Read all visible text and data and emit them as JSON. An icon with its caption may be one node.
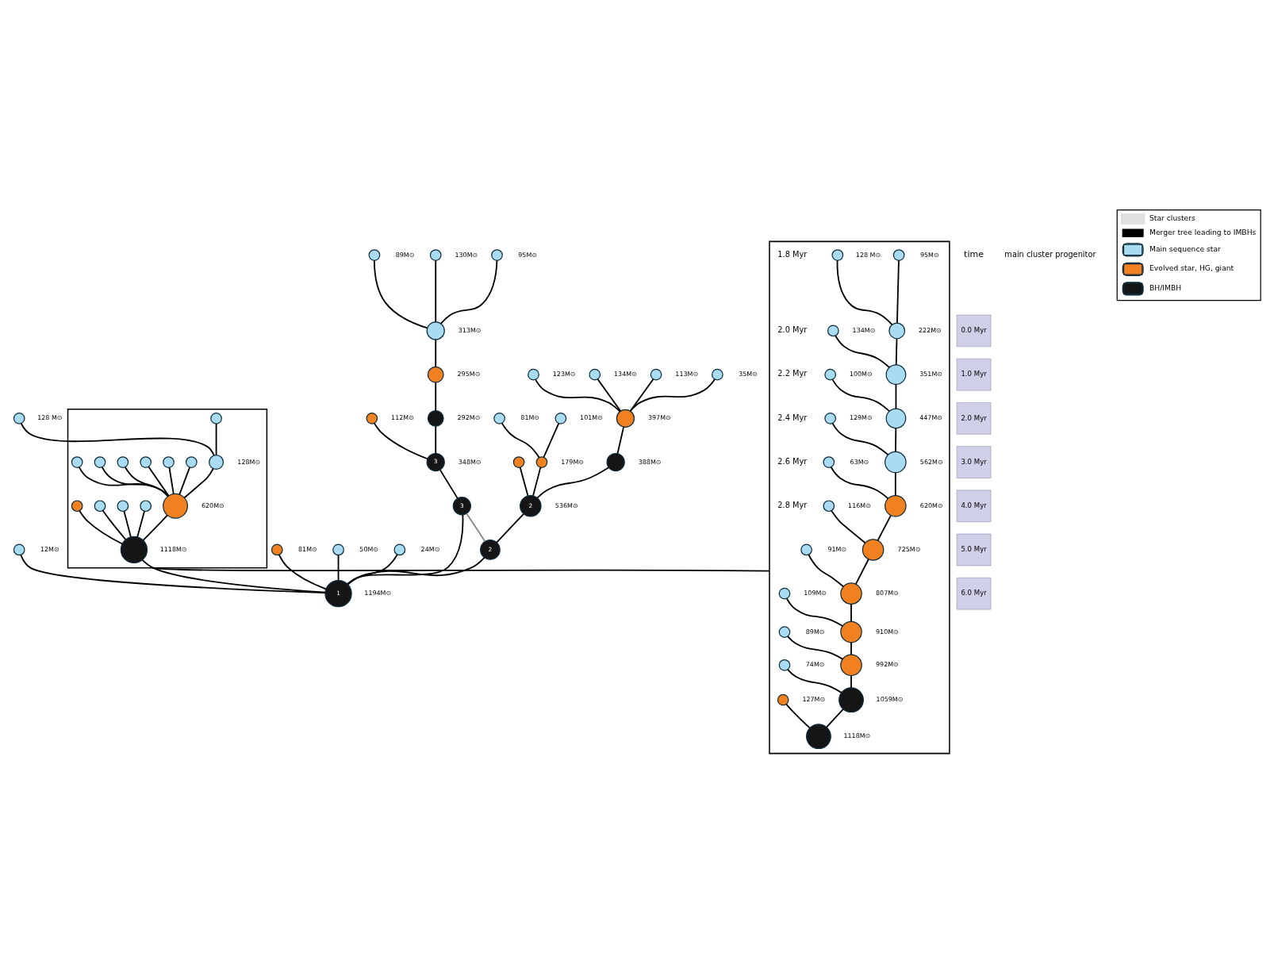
{
  "diagram": {
    "nodes": [
      {
        "text": [],
        "shape": "circle",
        "beside": [
          "134M⊙"
        ]
      },
      {
        "text": [],
        "shape": "circle",
        "beside": [
          "113M⊙"
        ]
      },
      {
        "text": [],
        "shape": "circle",
        "beside": [
          "35M⊙"
        ]
      },
      {
        "text": [],
        "shape": "circle",
        "beside": [
          "123M⊙"
        ]
      },
      {
        "text": [],
        "shape": "circle",
        "beside": [
          "397M⊙"
        ]
      },
      {
        "text": [],
        "shape": "circle",
        "beside": [
          "388M⊙"
        ]
      },
      {
        "text": [],
        "shape": "circle",
        "beside": [
          "101M⊙"
        ]
      },
      {
        "text": [],
        "shape": "circle",
        "beside": [
          "81M⊙"
        ]
      },
      {
        "text": [],
        "shape": "circle"
      },
      {
        "text": [],
        "shape": "circle",
        "beside": [
          "179M⊙"
        ]
      },
      {
        "text": [
          "2"
        ],
        "beside": [
          "536M⊙"
        ]
      },
      {
        "text": [],
        "shape": "circle",
        "beside": [
          "130M⊙"
        ]
      },
      {
        "text": [],
        "shape": "circle",
        "beside": [
          "95M⊙"
        ]
      },
      {
        "text": [],
        "shape": "circle",
        "beside": [
          "89M⊙"
        ]
      },
      {
        "text": [],
        "shape": "circle",
        "beside": [
          "313M⊙"
        ]
      },
      {
        "text": [],
        "shape": "circle",
        "beside": [
          "295M⊙"
        ]
      },
      {
        "text": [],
        "shape": "circle",
        "beside": [
          "292M⊙"
        ]
      },
      {
        "text": [],
        "shape": "circle",
        "beside": [
          "112M⊙"
        ]
      },
      {
        "text": [
          "3"
        ],
        "beside": [
          "348M⊙"
        ]
      },
      {
        "text": [
          "3"
        ]
      },
      {
        "text": [
          "2"
        ]
      },
      {
        "text": [],
        "shape": "circle",
        "beside": [
          "12M⊙"
        ]
      },
      {
        "text": [],
        "shape": "circle",
        "beside": [
          "128 M⊙"
        ]
      },
      {
        "text": [],
        "shape": "box"
      },
      {
        "text": [],
        "shape": "circle",
        "beside": [
          "128M⊙"
        ],
        "in": 23
      },
      {
        "text": [],
        "shape": "circle",
        "in": 23
      },
      {
        "text": [],
        "shape": "circle",
        "in": 23
      },
      {
        "text": [],
        "shape": "circle",
        "in": 23
      },
      {
        "text": [],
        "shape": "circle",
        "in": 23
      },
      {
        "text": [],
        "shape": "circle",
        "in": 23
      },
      {
        "text": [],
        "shape": "circle",
        "in": 23
      },
      {
        "text": [],
        "shape": "circle",
        "in": 23
      },
      {
        "text": [],
        "shape": "circle",
        "beside": [
          "620M⊙"
        ],
        "in": 23
      },
      {
        "text": [],
        "shape": "circle",
        "in": 23
      },
      {
        "text": [],
        "shape": "circle",
        "in": 23
      },
      {
        "text": [],
        "shape": "circle",
        "in": 23
      },
      {
        "text": [],
        "shape": "circle",
        "in": 23
      },
      {
        "text": [],
        "shape": "circle",
        "beside": [
          "1118M⊙"
        ],
        "in": 23
      },
      {
        "text": [],
        "shape": "circle",
        "beside": [
          "81M⊙"
        ]
      },
      {
        "text": [],
        "shape": "circle",
        "beside": [
          "50M⊙"
        ]
      },
      {
        "text": [],
        "shape": "circle",
        "beside": [
          "24M⊙"
        ]
      },
      {
        "text": [
          "1"
        ],
        "beside": [
          "1194M⊙"
        ]
      },
      {
        "text": [],
        "shape": "box"
      },
      {
        "text": [],
        "shape": "circle",
        "beside": [
          "95M⊙"
        ],
        "in": 42
      },
      {
        "text": [],
        "shape": "circle",
        "beside": [
          "128 M⊙"
        ],
        "in": 42
      },
      {
        "text": [],
        "shape": "circle",
        "beside": [
          "134M⊙"
        ],
        "in": 42
      },
      {
        "text": [],
        "shape": "circle",
        "beside": [
          "222M⊙"
        ],
        "in": 42
      },
      {
        "text": [],
        "shape": "circle",
        "beside": [
          "100M⊙"
        ],
        "in": 42
      },
      {
        "text": [],
        "shape": "circle",
        "beside": [
          "351M⊙"
        ],
        "in": 42
      },
      {
        "text": [],
        "shape": "circle",
        "beside": [
          "129M⊙"
        ],
        "in": 42
      },
      {
        "text": [],
        "shape": "circle",
        "beside": [
          "447M⊙"
        ],
        "in": 42
      },
      {
        "text": [],
        "shape": "circle",
        "beside": [
          "63M⊙"
        ],
        "in": 42
      },
      {
        "text": [],
        "shape": "circle",
        "beside": [
          "116M⊙"
        ],
        "in": 42
      },
      {
        "text": [],
        "shape": "circle",
        "beside": [
          "91M⊙"
        ],
        "in": 42
      },
      {
        "text": [],
        "shape": "circle",
        "beside": [
          "562M⊙"
        ],
        "in": 42
      },
      {
        "text": [],
        "shape": "circle",
        "beside": [
          "620M⊙"
        ],
        "in": 42
      },
      {
        "text": [],
        "shape": "circle",
        "beside": [
          "725M⊙"
        ],
        "in": 42
      },
      {
        "text": [],
        "shape": "circle",
        "beside": [
          "109M⊙"
        ],
        "in": 42
      },
      {
        "text": [],
        "shape": "circle",
        "beside": [
          "807M⊙"
        ],
        "in": 42
      },
      {
        "text": [],
        "shape": "circle",
        "beside": [
          "89M⊙"
        ],
        "in": 42
      },
      {
        "text": [],
        "shape": "circle",
        "beside": [
          "910M⊙"
        ],
        "in": 42
      },
      {
        "text": [],
        "shape": "circle",
        "beside": [
          "74M⊙"
        ],
        "in": 42
      },
      {
        "text": [],
        "shape": "circle",
        "beside": [
          "992M⊙"
        ],
        "in": 42
      },
      {
        "text": [],
        "shape": "circle",
        "beside": [
          "1059M⊙"
        ],
        "in": 42
      },
      {
        "text": [],
        "shape": "circle",
        "beside": [
          "127M⊙"
        ],
        "in": 42
      },
      {
        "text": [],
        "shape": "circle",
        "beside": [
          "1118M⊙"
        ],
        "in": 42
      }
    ],
    "edges": [
      {
        "from": 0,
        "to": 4,
        "arrow": "none"
      },
      {
        "from": 1,
        "to": 4,
        "arrow": "none"
      },
      {
        "from": 2,
        "to": 4,
        "arrow": "none"
      },
      {
        "from": 3,
        "to": 4,
        "arrow": "none"
      },
      {
        "from": 4,
        "to": 5,
        "arrow": "none"
      },
      {
        "from": 6,
        "to": 9,
        "arrow": "none"
      },
      {
        "from": 7,
        "to": 9,
        "arrow": "none"
      },
      {
        "from": 9,
        "to": 10,
        "arrow": "none"
      },
      {
        "from": 8,
        "to": 10,
        "arrow": "none"
      },
      {
        "from": 5,
        "to": 10,
        "arrow": "none"
      },
      {
        "from": 11,
        "to": 14,
        "arrow": "none"
      },
      {
        "from": 12,
        "to": 14,
        "arrow": "none"
      },
      {
        "from": 13,
        "to": 14,
        "arrow": "none"
      },
      {
        "from": 14,
        "to": 15,
        "arrow": "none"
      },
      {
        "from": 15,
        "to": 16,
        "arrow": "none"
      },
      {
        "from": 16,
        "to": 18,
        "arrow": "none"
      },
      {
        "from": 17,
        "to": 18,
        "arrow": "none"
      },
      {
        "from": 10,
        "to": 20,
        "arrow": "none"
      },
      {
        "from": 18,
        "to": 19,
        "arrow": "none"
      },
      {
        "from": 19,
        "to": 20,
        "arrow": "none",
        "color": "#888888"
      },
      {
        "from": 20,
        "to": 41,
        "arrow": "none"
      },
      {
        "from": 19,
        "to": 41,
        "arrow": "none"
      },
      {
        "from": 21,
        "to": 41,
        "arrow": "none"
      },
      {
        "from": 22,
        "to": 24,
        "arrow": "none"
      },
      {
        "from": 25,
        "to": 24,
        "arrow": "none"
      },
      {
        "from": 24,
        "to": 32,
        "arrow": "none"
      },
      {
        "from": 26,
        "to": 32,
        "arrow": "none"
      },
      {
        "from": 27,
        "to": 32,
        "arrow": "none"
      },
      {
        "from": 28,
        "to": 32,
        "arrow": "none"
      },
      {
        "from": 29,
        "to": 32,
        "arrow": "none"
      },
      {
        "from": 30,
        "to": 32,
        "arrow": "none"
      },
      {
        "from": 31,
        "to": 32,
        "arrow": "none"
      },
      {
        "from": 32,
        "to": 37,
        "arrow": "none"
      },
      {
        "from": 33,
        "to": 37,
        "arrow": "none"
      },
      {
        "from": 34,
        "to": 37,
        "arrow": "none"
      },
      {
        "from": 35,
        "to": 37,
        "arrow": "none"
      },
      {
        "from": 36,
        "to": 37,
        "arrow": "none"
      },
      {
        "from": 37,
        "to": 41,
        "arrow": "none"
      },
      {
        "from": 38,
        "to": 41,
        "arrow": "none"
      },
      {
        "from": 39,
        "to": 41,
        "arrow": "none"
      },
      {
        "from": 40,
        "to": 41,
        "arrow": "none"
      },
      {
        "from": 23,
        "to": 42,
        "arrow": "none"
      },
      {
        "from": 43,
        "to": 46,
        "arrow": "none"
      },
      {
        "from": 44,
        "to": 46,
        "arrow": "none"
      },
      {
        "from": 45,
        "to": 48,
        "arrow": "none"
      },
      {
        "from": 46,
        "to": 48,
        "arrow": "none"
      },
      {
        "from": 47,
        "to": 50,
        "arrow": "none"
      },
      {
        "from": 48,
        "to": 50,
        "arrow": "none"
      },
      {
        "from": 49,
        "to": 54,
        "arrow": "none"
      },
      {
        "from": 50,
        "to": 54,
        "arrow": "none"
      },
      {
        "from": 51,
        "to": 55,
        "arrow": "none"
      },
      {
        "from": 54,
        "to": 55,
        "arrow": "none"
      },
      {
        "from": 52,
        "to": 56,
        "arrow": "none"
      },
      {
        "from": 55,
        "to": 56,
        "arrow": "none"
      },
      {
        "from": 53,
        "to": 58,
        "arrow": "none"
      },
      {
        "from": 56,
        "to": 58,
        "arrow": "none"
      },
      {
        "from": 57,
        "to": 60,
        "arrow": "none"
      },
      {
        "from": 58,
        "to": 60,
        "arrow": "none"
      },
      {
        "from": 59,
        "to": 62,
        "arrow": "none"
      },
      {
        "from": 60,
        "to": 62,
        "arrow": "none"
      },
      {
        "from": 61,
        "to": 63,
        "arrow": "none"
      },
      {
        "from": 62,
        "to": 63,
        "arrow": "none"
      },
      {
        "from": 64,
        "to": 65,
        "arrow": "none"
      },
      {
        "from": 63,
        "to": 65,
        "arrow": "none"
      }
    ],
    "labels": [
      "time",
      "0.0 Myr",
      "1.0 Myr",
      "2.0 Myr",
      "3.0 Myr",
      "4.0 Myr",
      "5.0 Myr",
      "6.0 Myr",
      "main cluster progenitor",
      "1.8 Myr",
      "2.0 Myr",
      "2.2 Myr",
      "2.4 Myr",
      "2.6 Myr",
      "2.8 Myr"
    ],
    "legend": [
      {
        "text": "Star clusters",
        "color": "#e0e0e0"
      },
      {
        "text": "Merger tree leading to IMBHs"
      },
      {
        "text": "Main sequence star"
      },
      {
        "text": "Evolved star, HG, giant"
      },
      {
        "text": "BH/IMBH"
      }
    ]
  }
}
